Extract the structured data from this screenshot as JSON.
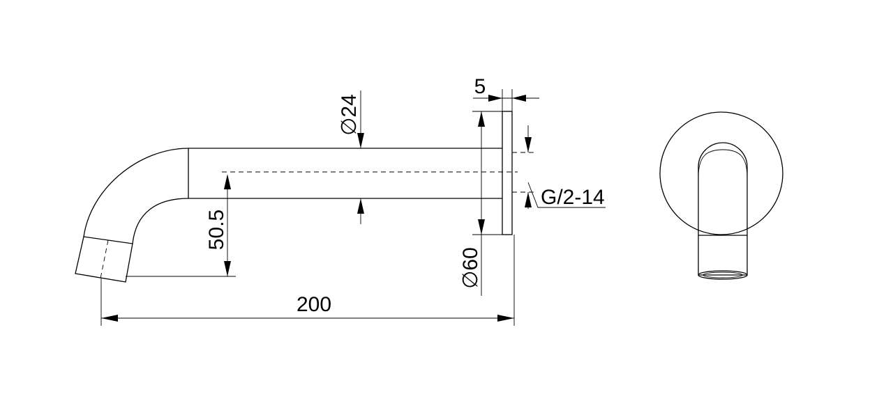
{
  "dimensions": {
    "length": "200",
    "height": "50.5",
    "pipe_diameter": "24",
    "flange_diameter": "60",
    "flange_thickness": "5",
    "thread": "G/2-14"
  },
  "symbols": {
    "diameter": "∅"
  },
  "colors": {
    "line": "#000000",
    "background": "#ffffff"
  }
}
